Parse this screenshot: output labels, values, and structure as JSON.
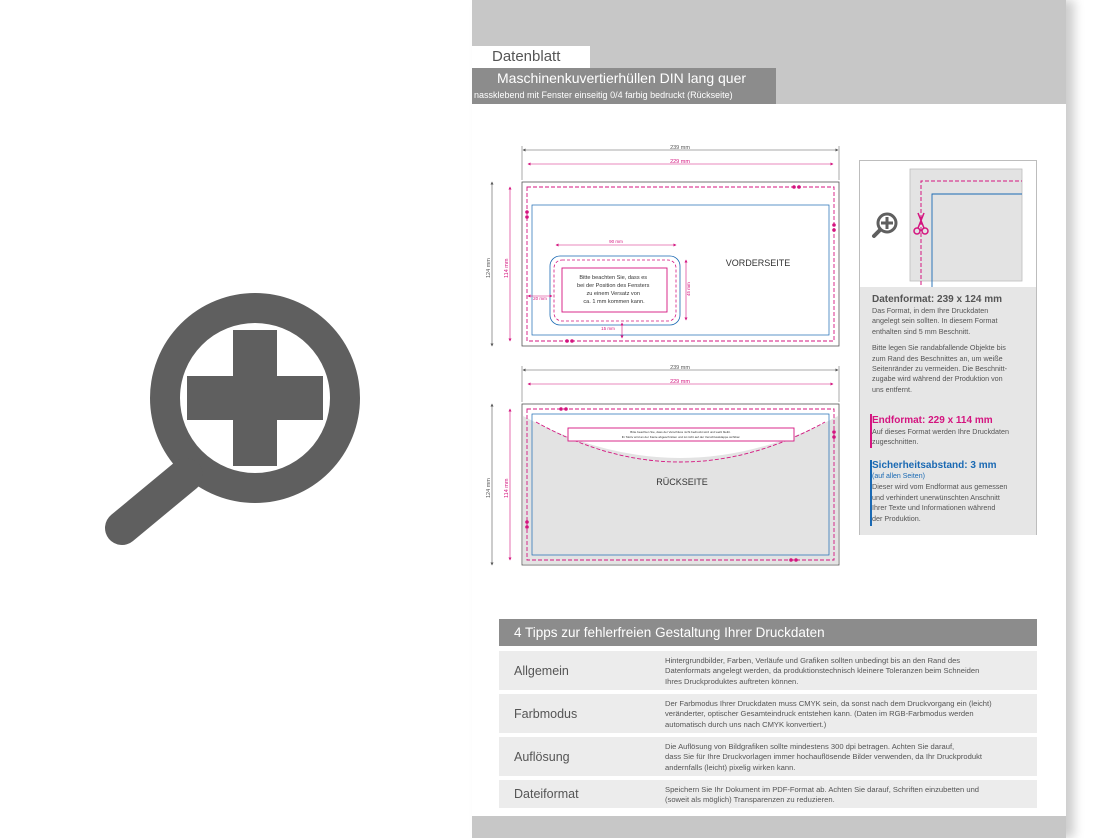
{
  "zoom_icon": {
    "icon": "zoom-in-icon",
    "color": "#5f5f5f"
  },
  "header": {
    "tab_label": "Datenblatt",
    "title": "Maschinenkuvertierhüllen DIN lang quer",
    "subtitle": "nassklebend mit Fenster einseitig 0/4 farbig bedruckt (Rückseite)"
  },
  "diagram": {
    "front": {
      "outer_dim": "239 mm",
      "inner_dim": "229 mm",
      "height_outer": "124 mm",
      "height_inner": "114 mm",
      "label": "VORDERSEITE",
      "window_width": "90 mm",
      "window_height": "45 mm",
      "window_left": "20 mm",
      "window_bottom": "15 mm",
      "window_note": [
        "Bitte beachten Sie, dass es",
        "bei der Position des Fensters",
        "zu einem Versatz von",
        "ca. 1 mm kommen kann."
      ]
    },
    "back": {
      "outer_dim": "239 mm",
      "inner_dim": "229 mm",
      "height_outer": "124 mm",
      "height_inner": "114 mm",
      "label": "RÜCKSEITE",
      "flap_note": [
        "Bitte beachten Sie, dass der Verschluss nicht bedruckt wird und weiß bleibt.",
        "Ihr Motiv wird an der Kante abgeschnitten und ist nicht auf der Verschlussklappe sichtbar."
      ]
    }
  },
  "colors": {
    "pink": "#d4147f",
    "blue": "#1a69b3",
    "gray": "#8c8c8c"
  },
  "sidebar": {
    "thumb_icons": [
      "zoom-in-icon",
      "scissors-icon"
    ],
    "datenformat": {
      "title": "Datenformat: 239 x 124 mm",
      "lines": [
        "Das Format, in dem Ihre Druckdaten",
        "angelegt sein sollten. In diesem Format",
        "enthalten sind 5 mm Beschnitt."
      ],
      "lines2": [
        "Bitte legen Sie randabfallende Objekte bis",
        "zum Rand des Beschnittes an, um weiße",
        "Seitenränder zu vermeiden. Die Beschnitt-",
        "zugabe wird während der Produktion von",
        "uns entfernt."
      ]
    },
    "endformat": {
      "title": "Endformat: 229 x 114 mm",
      "lines": [
        "Auf dieses Format werden Ihre Druckdaten",
        "zugeschnitten."
      ]
    },
    "sicherheit": {
      "title": "Sicherheitsabstand: 3 mm",
      "subtitle": "(auf allen Seiten)",
      "lines": [
        "Dieser wird vom Endformat aus gemessen",
        "und verhindert unerwünschten Anschnitt",
        "Ihrer Texte und Informationen während",
        "der Produktion."
      ]
    }
  },
  "tips": {
    "heading": "4 Tipps zur fehlerfreien Gestaltung Ihrer Druckdaten",
    "items": [
      {
        "label": "Allgemein",
        "lines": [
          "Hintergrundbilder, Farben, Verläufe und Grafiken sollten unbedingt bis an den Rand des",
          "Datenformats angelegt werden, da produktionstechnisch kleinere Toleranzen beim Schneiden",
          "Ihres Druckproduktes auftreten können."
        ]
      },
      {
        "label": "Farbmodus",
        "lines": [
          "Der Farbmodus Ihrer Druckdaten muss CMYK sein, da sonst nach dem Druckvorgang ein (leicht)",
          "veränderter, optischer Gesamteindruck entstehen kann. (Daten im RGB-Farbmodus werden",
          "automatisch durch uns nach CMYK konvertiert.)"
        ]
      },
      {
        "label": "Auflösung",
        "lines": [
          "Die Auflösung von Bildgrafiken sollte mindestens 300 dpi betragen. Achten Sie darauf,",
          "dass Sie für Ihre Druckvorlagen immer hochauflösende Bilder verwenden, da Ihr Druckprodukt",
          "andernfalls (leicht) pixelig wirken kann."
        ]
      },
      {
        "label": "Dateiformat",
        "lines": [
          "Speichern Sie Ihr Dokument im PDF-Format ab. Achten Sie darauf, Schriften einzubetten und",
          "(soweit als möglich) Transparenzen zu reduzieren."
        ]
      }
    ]
  }
}
